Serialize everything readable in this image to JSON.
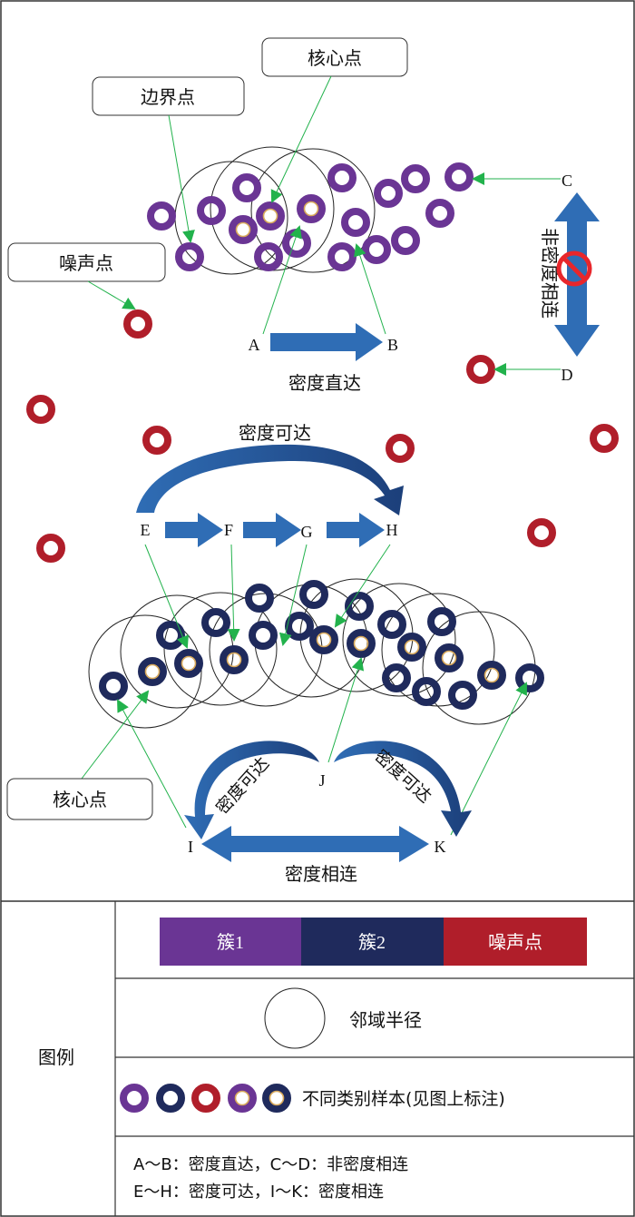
{
  "callouts": {
    "core_top": "核心点",
    "border": "边界点",
    "noise": "噪声点",
    "core_bottom": "核心点"
  },
  "points": {
    "A": "A",
    "B": "B",
    "C": "C",
    "D": "D",
    "E": "E",
    "F": "F",
    "G": "G",
    "H": "H",
    "I": "I",
    "J": "J",
    "K": "K"
  },
  "relations": {
    "direct": "密度直达",
    "not_connected": "非密度相连",
    "reachable": "密度可达",
    "reachable_left": "密度可达",
    "reachable_right": "密度可达",
    "connected": "密度相连"
  },
  "legend": {
    "title": "图例",
    "cluster1": "簇1",
    "cluster2": "簇2",
    "noise": "噪声点",
    "radius": "邻域半径",
    "samples": "不同类别样本(见图上标注)",
    "note_line1": "A～B：密度直达，C～D：非密度相连",
    "note_line2": "E～H：密度可达，I～K：密度相连"
  },
  "colors": {
    "cluster1": "#6a3594",
    "cluster2": "#1f2a5c",
    "noise": "#b01e2a",
    "arrow_blue": "#2f6db5",
    "arrow_green": "#22b24c",
    "core_ring": "#d7a85a",
    "prohibit": "#e8262b"
  }
}
